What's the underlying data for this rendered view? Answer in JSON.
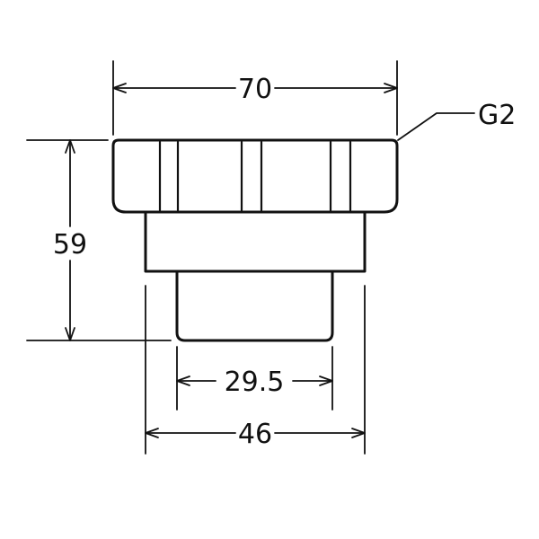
{
  "dimensions": {
    "top_width": "70",
    "height": "59",
    "inner_width": "29.5",
    "bottom_width": "46"
  },
  "labels": {
    "thread": "G2"
  }
}
